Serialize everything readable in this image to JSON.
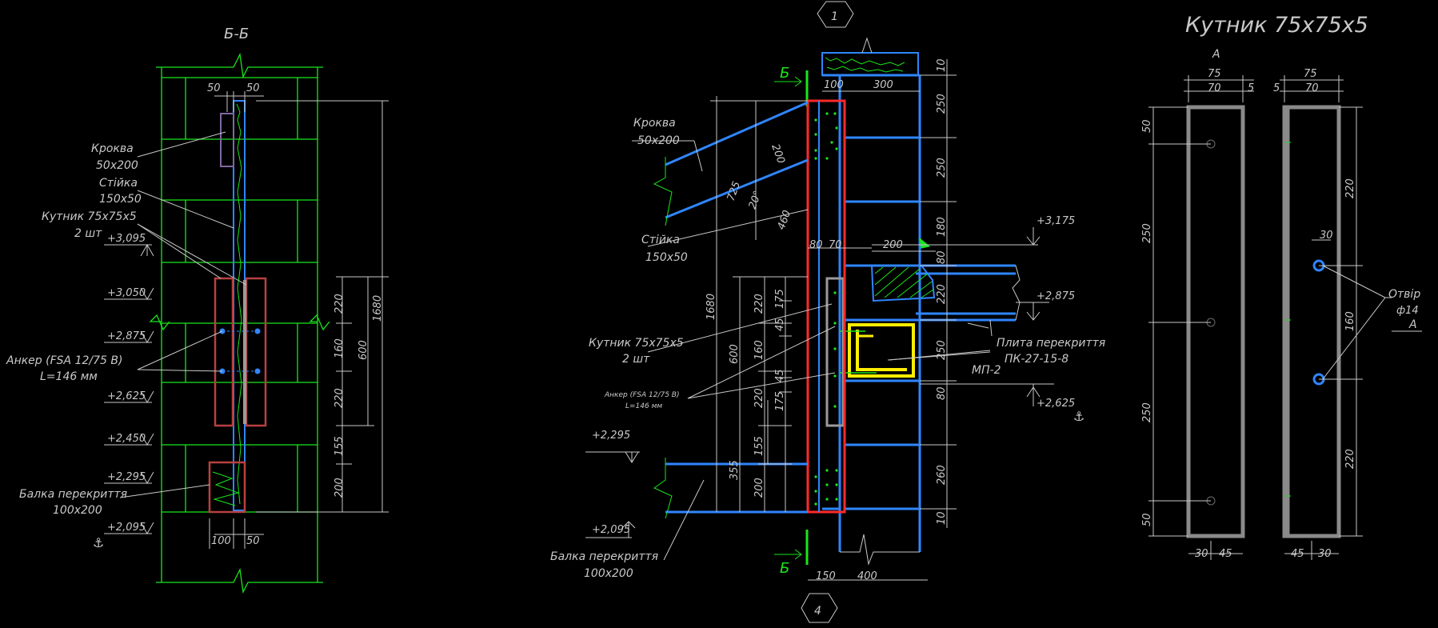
{
  "left_view": {
    "title": "Б-Б",
    "labels": {
      "krokva_1": "Кроква",
      "krokva_2": "50x200",
      "stiyka_1": "Стійка",
      "stiyka_2": "150x50",
      "kutnyk_1": "Кутник  75x75x5",
      "kutnyk_2": "2 шт",
      "anker_1": "Анкер (FSA 12/75 B)",
      "anker_2": "L=146 мм",
      "balka_1": "Балка перекриття",
      "balka_2": "100x200"
    },
    "levels": [
      "+3,095",
      "+3,050",
      "+2,875",
      "+2,625",
      "+2,450",
      "+2,295",
      "+2,095"
    ],
    "dims": {
      "top_a": "50",
      "top_b": "50",
      "bottom_a": "100",
      "bottom_b": "50",
      "right": [
        "220",
        "160",
        "220",
        "155",
        "200"
      ],
      "right_total_inner": "600",
      "right_total_outer": "1680"
    }
  },
  "middle_view": {
    "axis_top": "1",
    "axis_bottom": "4",
    "section_mark": "Б",
    "labels": {
      "krokva_1": "Кроква",
      "krokva_2": "50x200",
      "stiyka_1": "Стійка",
      "stiyka_2": "150x50",
      "kutnyk_1": "Кутник  75x75x5",
      "kutnyk_2": "2 шт",
      "anker_1": "Анкер (FSA 12/75 B)",
      "anker_2": "L=146 мм",
      "balka_1": "Балка перекриття",
      "balka_2": "100x200",
      "plyta_1": "Плита перекриття",
      "plyta_2": "ПК-27-15-8",
      "mp": "МП-2"
    },
    "levels": [
      "+3,175",
      "+2,875",
      "+2,625",
      "+2,295",
      "+2,095"
    ],
    "dims": {
      "top_100": "100",
      "top_300": "300",
      "d_80": "80",
      "d_70": "70",
      "d_200": "200",
      "bottom_150": "150",
      "bottom_400": "400",
      "angle": "20°",
      "rafter_200": "200",
      "rafter_725": "725",
      "rafter_460": "460",
      "right": [
        "10",
        "250",
        "250",
        "180",
        "80",
        "220",
        "250",
        "80",
        "260",
        "10"
      ],
      "left_1680": "1680",
      "left_600": "600",
      "left_355": "355",
      "col_a": [
        "220",
        "160",
        "220",
        "155",
        "200"
      ],
      "col_b": [
        "175",
        "45",
        "45",
        "175"
      ]
    }
  },
  "right_view": {
    "title": "Кутник  75x75x5",
    "view_mark": "A",
    "hole_label_1": "Отвір",
    "hole_label_2": "ф14",
    "dims": {
      "top_left_75": "75",
      "top_left_70": "70",
      "top_left_5": "5",
      "top_right_5": "5",
      "top_right_75": "75",
      "top_right_70": "70",
      "left": [
        "50",
        "250",
        "250",
        "50"
      ],
      "right": [
        "220",
        "160",
        "220"
      ],
      "hole_30": "30",
      "bottom_left_30": "30",
      "bottom_left_45": "45",
      "bottom_right_45": "45",
      "bottom_right_30": "30"
    }
  },
  "colors": {
    "background": "#000000",
    "grid_green": "#19e619",
    "beam_blue": "#2f86ff",
    "red_outline": "#ff2a2a",
    "yellow": "#ffee00",
    "gray": "#9a9a9a",
    "text": "#c8c8c8"
  }
}
